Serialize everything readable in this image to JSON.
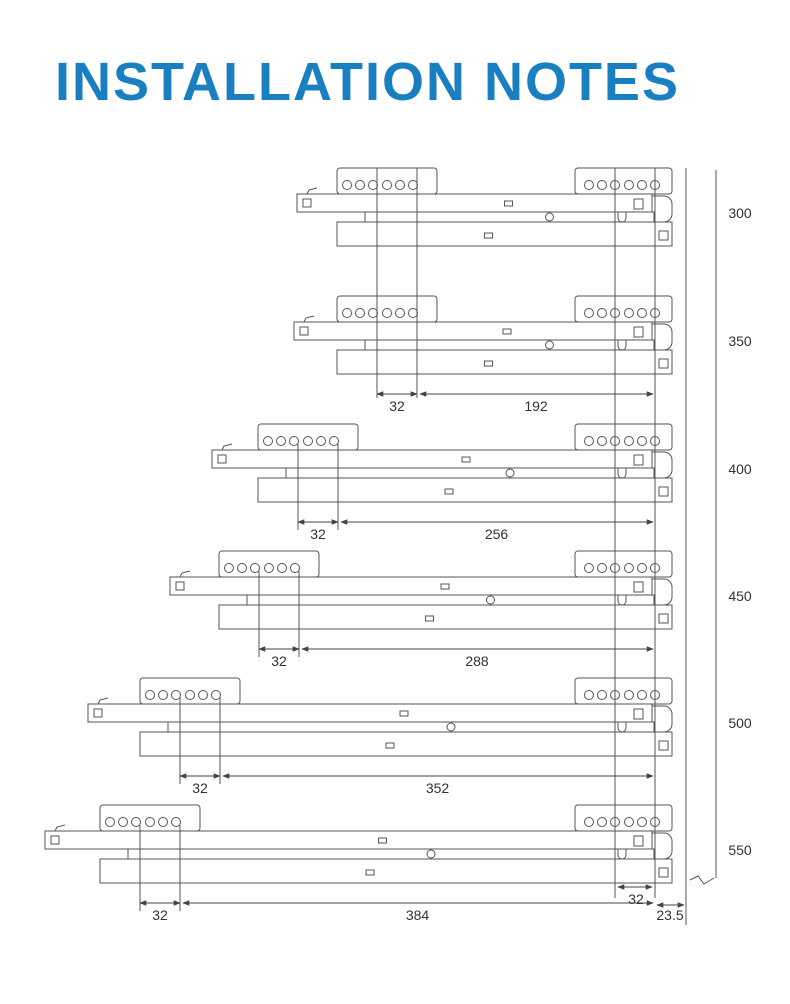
{
  "page": {
    "title": "INSTALLATION NOTES"
  },
  "colors": {
    "title": "#1a7fc1",
    "line": "#555555",
    "dimension": "#444444",
    "text": "#333333"
  },
  "diagram": {
    "drawers": [
      {
        "length": "300",
        "hole_spacing": "32",
        "rear_distance": ""
      },
      {
        "length": "350",
        "hole_spacing": "32",
        "rear_distance": "192"
      },
      {
        "length": "400",
        "hole_spacing": "32",
        "rear_distance": "256"
      },
      {
        "length": "450",
        "hole_spacing": "32",
        "rear_distance": "288"
      },
      {
        "length": "500",
        "hole_spacing": "32",
        "rear_distance": "352"
      },
      {
        "length": "550",
        "hole_spacing": "32",
        "rear_distance": "384"
      }
    ],
    "front_hole_spacing": "32",
    "front_offset": "23.5"
  }
}
